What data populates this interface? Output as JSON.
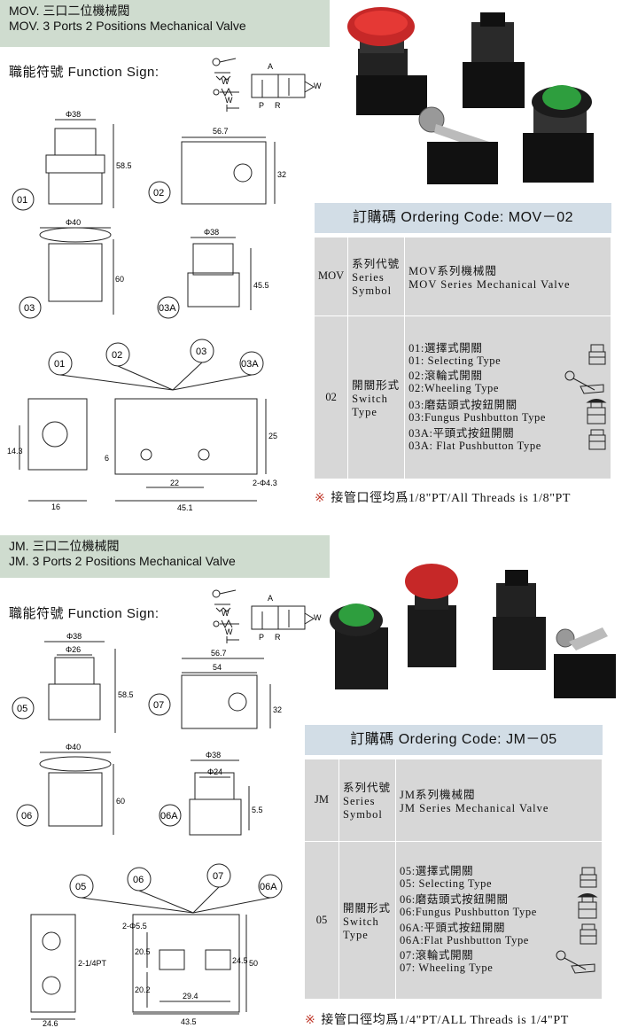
{
  "mov": {
    "title_cn": "MOV. 三口二位機械閥",
    "title_en": "MOV. 3 Ports 2 Positions Mechanical Valve",
    "function_sign": "職能符號  Function Sign:",
    "symbol_ports": {
      "a": "A",
      "p": "P",
      "r": "R",
      "w": "W"
    },
    "dims": {
      "d38": "Φ38",
      "h58_5": "58.5",
      "w56_7": "56.7",
      "h32": "32",
      "d40": "Φ40",
      "h60": "60",
      "d38b": "Φ38",
      "h45_5": "45.5",
      "h14_3": "14.3",
      "w16": "16",
      "h25": "25",
      "h6": "6",
      "w22": "22",
      "w45_1": "45.1",
      "hole": "2-Φ4.3"
    },
    "callouts": [
      "01",
      "02",
      "03",
      "03A"
    ],
    "ordering_title": "訂購碼 Ordering Code: MOV－02",
    "table": {
      "code": "MOV",
      "series_cn": "系列代號",
      "series_en1": "Series",
      "series_en2": "Symbol",
      "series_desc_cn": "MOV系列機械閥",
      "series_desc_en": "MOV Series Mechanical Valve",
      "switch_code": "02",
      "switch_cn": "開關形式",
      "switch_en1": "Switch",
      "switch_en2": "Type",
      "options": [
        {
          "cn": "01:選擇式開關",
          "en": "01: Selecting Type",
          "icon": "selector-switch-icon"
        },
        {
          "cn": "02:滾輪式開關",
          "en": "02:Wheeling Type",
          "icon": "roller-lever-icon"
        },
        {
          "cn": "03:磨菇頭式按鈕開關",
          "en": "03:Fungus Pushbutton Type",
          "icon": "mushroom-button-icon"
        },
        {
          "cn": "03A:平頭式按鈕開關",
          "en": "03A: Flat Pushbutton Type",
          "icon": "flat-button-icon"
        }
      ]
    },
    "note": "接管口徑均爲1/8\"PT/All Threads is 1/8\"PT"
  },
  "jm": {
    "title_cn": "JM. 三口二位機械閥",
    "title_en": "JM. 3 Ports 2 Positions Mechanical Valve",
    "function_sign": "職能符號  Function Sign:",
    "symbol_ports": {
      "a": "A",
      "p": "P",
      "r": "R",
      "w": "W"
    },
    "dims": {
      "d38": "Φ38",
      "d26": "Φ26",
      "h58_5": "58.5",
      "w56_7": "56.7",
      "w54": "54",
      "h32": "32",
      "d40": "Φ40",
      "h60": "60",
      "d38b": "Φ38",
      "d24": "Φ24",
      "h5_5": "5.5",
      "hole": "2-Φ5.5",
      "h20_5": "20.5",
      "h20_2": "20.2",
      "h24_5": "24.5",
      "h50": "50",
      "w29_4": "29.4",
      "w43_5": "43.5",
      "w24_6": "24.6",
      "thread": "2-1/4PT"
    },
    "callouts": [
      "05",
      "06",
      "07",
      "06A"
    ],
    "ordering_title": "訂購碼 Ordering Code: JM－05",
    "table": {
      "code": "JM",
      "series_cn": "系列代號",
      "series_en1": "Series",
      "series_en2": "Symbol",
      "series_desc_cn": "JM系列機械閥",
      "series_desc_en": "JM Series Mechanical Valve",
      "switch_code": "05",
      "switch_cn": "開關形式",
      "switch_en1": "Switch",
      "switch_en2": "Type",
      "options": [
        {
          "cn": "05:選擇式開關",
          "en": "05: Selecting Type",
          "icon": "selector-switch-icon"
        },
        {
          "cn": "06:磨菇頭式按鈕開關",
          "en": "06:Fungus Pushbutton Type",
          "icon": "mushroom-button-icon"
        },
        {
          "cn": "06A:平頭式按鈕開關",
          "en": "06A:Flat Pushbutton Type",
          "icon": "flat-button-icon"
        },
        {
          "cn": "07:滾輪式開關",
          "en": "07: Wheeling Type",
          "icon": "roller-lever-icon"
        }
      ]
    },
    "note": "接管口徑均爲1/4\"PT/ALL Threads is 1/4\"PT"
  },
  "colors": {
    "banner": "#cfdccf",
    "order_title": "#d2dde6",
    "table_cell": "#d7d7d7",
    "note_mark": "#c0392b",
    "button_red": "#c62828",
    "button_green": "#2e9e3e"
  }
}
